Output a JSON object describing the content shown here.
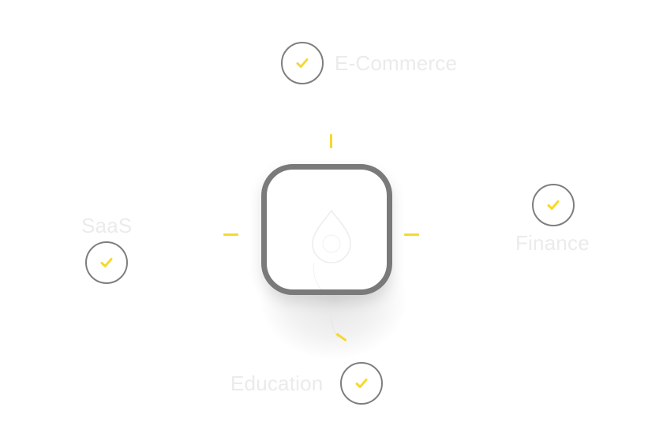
{
  "diagram": {
    "categories": [
      {
        "label": "E-Commerce",
        "icon": "check-icon"
      },
      {
        "label": "Finance",
        "icon": "check-icon"
      },
      {
        "label": "Education",
        "icon": "check-icon"
      },
      {
        "label": "SaaS",
        "icon": "check-icon"
      }
    ],
    "hub": {
      "icon": "drop-icon"
    },
    "colors": {
      "accent": "#F5D92E",
      "outline": "#7A7A7A",
      "label": "#EBEBEB",
      "background": "#FFFFFF"
    }
  }
}
